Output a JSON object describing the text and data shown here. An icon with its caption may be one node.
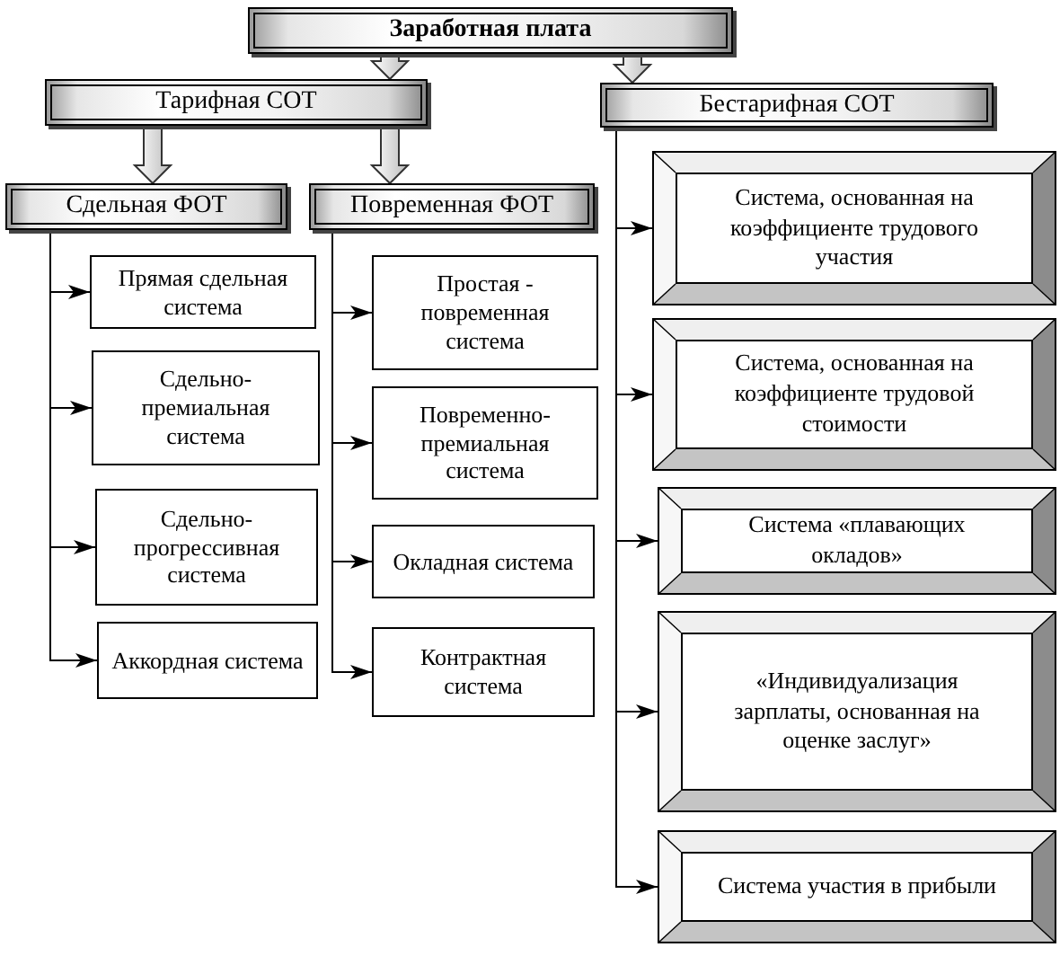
{
  "diagram": {
    "nodes": [
      {
        "text": [
          "Заработная плата"
        ]
      },
      {
        "text": [
          "Тарифная СОТ"
        ]
      },
      {
        "text": [
          "Бестарифная СОТ"
        ]
      },
      {
        "text": [
          "Сдельная ФОТ"
        ]
      },
      {
        "text": [
          "Повременная ФОТ"
        ]
      },
      {
        "text": [
          "Прямая сдельная система"
        ]
      },
      {
        "text": [
          "Сдельно- премиальная система"
        ]
      },
      {
        "text": [
          "Сдельно- прогрессивная система"
        ]
      },
      {
        "text": [
          "Аккордная система"
        ]
      },
      {
        "text": [
          "Простая - повременная система"
        ]
      },
      {
        "text": [
          "Повременно- премиальная система"
        ]
      },
      {
        "text": [
          "Окладная система"
        ]
      },
      {
        "text": [
          "Контрактная система"
        ]
      },
      {
        "text": [
          "Система, основанная на коэффициенте трудового участия"
        ]
      },
      {
        "text": [
          "Система, основанная на коэффициенте трудовой стоимости"
        ]
      },
      {
        "text": [
          "Система «плавающих окладов»"
        ]
      },
      {
        "text": [
          "«Индивидуализация зарплаты, основанная на оценке заслуг»"
        ]
      },
      {
        "text": [
          "Система участия в прибыли"
        ]
      }
    ],
    "edges": [
      {
        "from": 0,
        "to": 1,
        "arrow": "to",
        "style": "thick"
      },
      {
        "from": 0,
        "to": 2,
        "arrow": "to",
        "style": "thick"
      },
      {
        "from": 1,
        "to": 3,
        "arrow": "to",
        "style": "thick"
      },
      {
        "from": 1,
        "to": 4,
        "arrow": "to",
        "style": "thick"
      },
      {
        "from": 3,
        "to": 5,
        "arrow": "to"
      },
      {
        "from": 3,
        "to": 6,
        "arrow": "to"
      },
      {
        "from": 3,
        "to": 7,
        "arrow": "to"
      },
      {
        "from": 3,
        "to": 8,
        "arrow": "to"
      },
      {
        "from": 4,
        "to": 9,
        "arrow": "to"
      },
      {
        "from": 4,
        "to": 10,
        "arrow": "to"
      },
      {
        "from": 4,
        "to": 11,
        "arrow": "to"
      },
      {
        "from": 4,
        "to": 12,
        "arrow": "to"
      },
      {
        "from": 2,
        "to": 13,
        "arrow": "to"
      },
      {
        "from": 2,
        "to": 14,
        "arrow": "to"
      },
      {
        "from": 2,
        "to": 15,
        "arrow": "to"
      },
      {
        "from": 2,
        "to": 16,
        "arrow": "to"
      },
      {
        "from": 2,
        "to": 17,
        "arrow": "to"
      }
    ]
  }
}
